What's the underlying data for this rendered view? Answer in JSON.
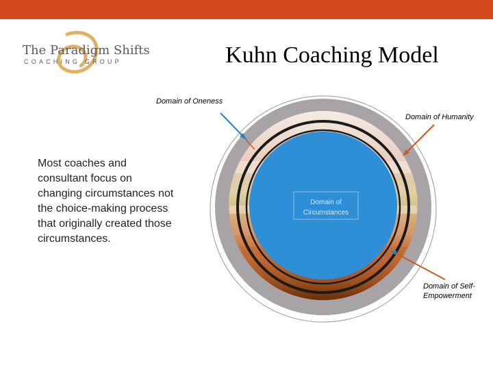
{
  "header": {
    "bar_color": "#d1491c"
  },
  "logo": {
    "line1": "The Paradigm Shifts",
    "line2": "COACHING GROUP",
    "swirl_color": "#d9a24a"
  },
  "title": "Kuhn Coaching Model",
  "body_text": "Most coaches and consultant focus on changing circumstances not the choice-making process that originally created those circumstances.",
  "diagram": {
    "inner_label_line1": "Domain of",
    "inner_label_line2": "Circumstances",
    "labels": {
      "oneness": "Domain of Oneness",
      "humanity": "Domain of Humanity",
      "self_empowerment": "Domain of Self-Empowerment"
    },
    "colors": {
      "outer_ring": "#a8a3a6",
      "inner_circle": "#2f8fd6",
      "band_top": "#f2e6dc",
      "band_bottom": "#7a3d10",
      "arrow_blue": "#2f7fc0",
      "arrow_orange": "#c85a2a"
    }
  }
}
